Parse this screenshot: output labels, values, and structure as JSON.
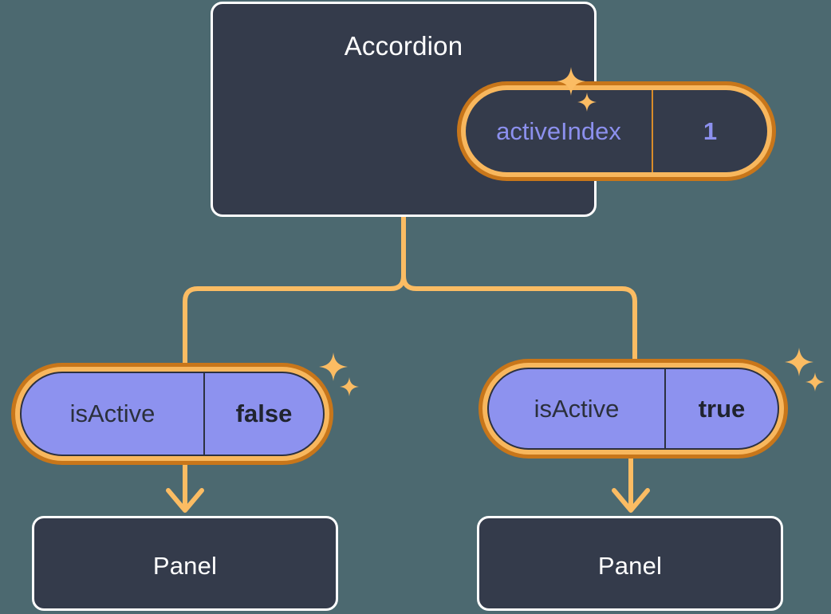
{
  "theme": {
    "background": "#4c6970",
    "card_fill": "#343b4b",
    "card_border": "#ffffff",
    "pill_outer_ring": "#c8761a",
    "pill_inner_ring": "#f8b75d",
    "pill_purple_fill": "#8d92ef",
    "accent_text_purple": "#8c90ee",
    "connector": "#fbbc63",
    "sparkle": "#fbbc63",
    "dark_text": "#20242f"
  },
  "diagram": {
    "type": "component-state-tree",
    "root": {
      "title": "Accordion",
      "state": {
        "key": "activeIndex",
        "value": "1"
      },
      "sparkle_icon": "sparkles-icon"
    },
    "branches": [
      {
        "state": {
          "key": "isActive",
          "value": "false"
        },
        "sparkle_icon": "sparkles-icon",
        "child": {
          "title": "Panel"
        }
      },
      {
        "state": {
          "key": "isActive",
          "value": "true"
        },
        "sparkle_icon": "sparkles-icon",
        "child": {
          "title": "Panel"
        }
      }
    ]
  }
}
